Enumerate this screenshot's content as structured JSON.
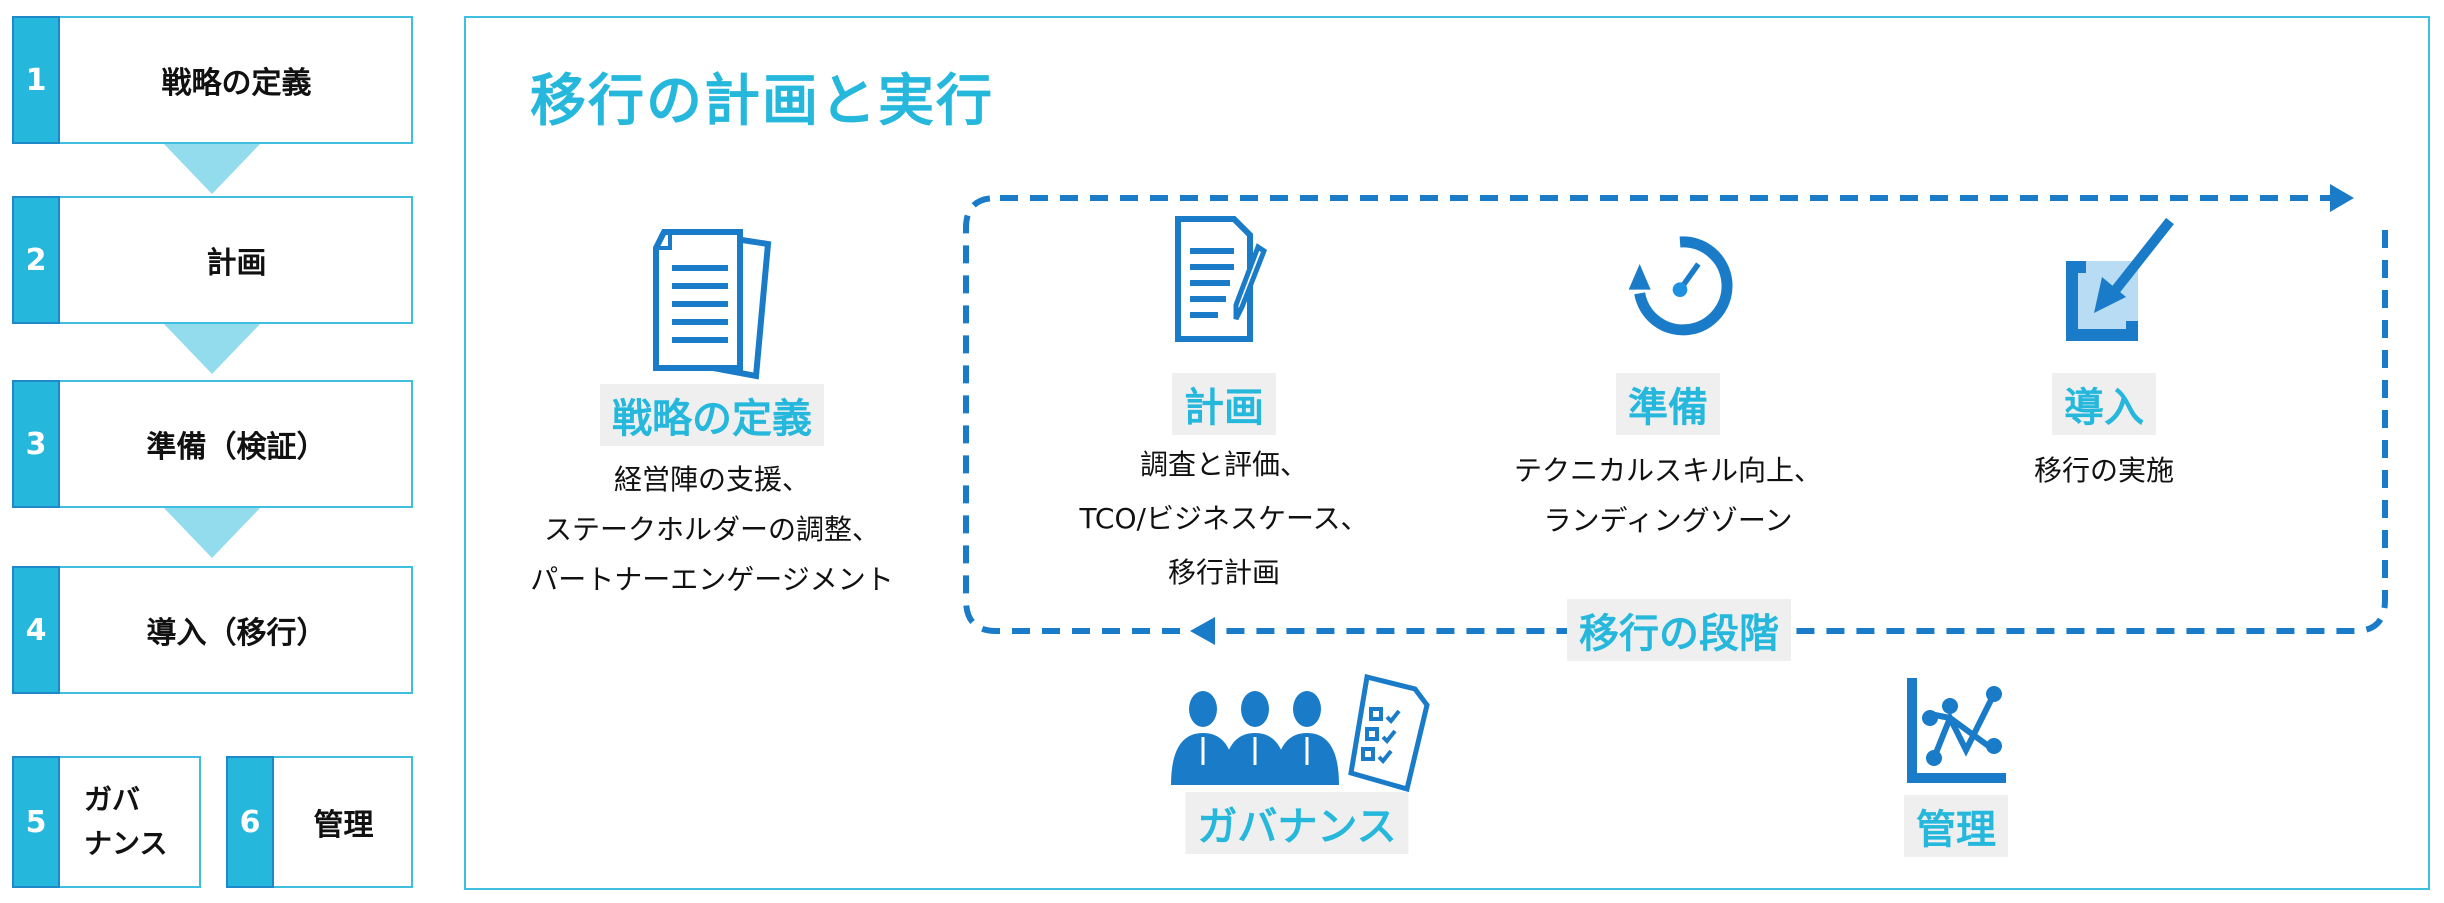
{
  "steps": [
    {
      "num": "1",
      "label": "戦略の定義"
    },
    {
      "num": "2",
      "label": "計画"
    },
    {
      "num": "3",
      "label": "準備（検証）"
    },
    {
      "num": "4",
      "label": "導入（移行）"
    },
    {
      "num": "5",
      "label": "ガバ\nナンス"
    },
    {
      "num": "6",
      "label": "管理"
    }
  ],
  "main": {
    "title": "移行の計画と実行",
    "strategy": {
      "label": "戦略の定義",
      "lines": [
        "経営陣の支援、",
        "ステークホルダーの調整、",
        "パートナーエンゲージメント"
      ]
    },
    "plan": {
      "label": "計画",
      "lines": [
        "調査と評価、",
        "TCO/ビジネスケース、",
        "移行計画"
      ]
    },
    "ready": {
      "label": "準備",
      "lines": [
        "テクニカルスキル向上、",
        "ランディングゾーン"
      ]
    },
    "deploy": {
      "label": "導入",
      "lines": [
        "移行の実施"
      ]
    },
    "phase_label": "移行の段階",
    "governance": {
      "label": "ガバナンス"
    },
    "manage": {
      "label": "管理"
    }
  },
  "colors": {
    "accent": "#25b8dc",
    "icon": "#1a7cc8",
    "arrow": "#93dced",
    "tag_bg": "#efefef"
  }
}
